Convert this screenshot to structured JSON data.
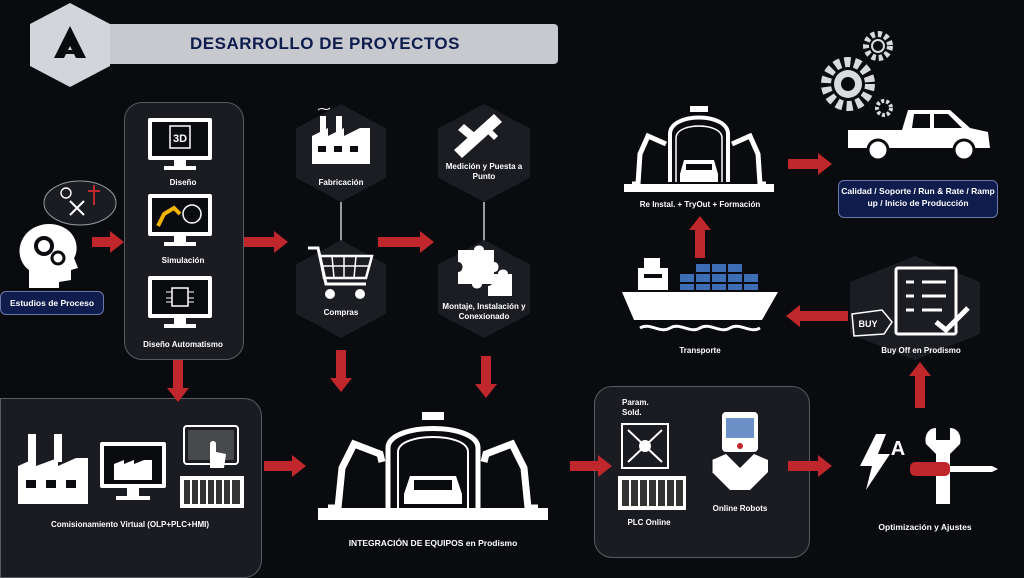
{
  "header": {
    "title": "DESARROLLO DE PROYECTOS",
    "logo": "logo-mark"
  },
  "colors": {
    "arrow": "#c0272d",
    "panel": "#1b1c21",
    "box": "#0e1c4e",
    "banner": "#c8c9cf"
  },
  "nodes": {
    "estudios": "Estudios de Proceso",
    "diseno": "Diseño",
    "simulacion": "Simulación",
    "automatismo": "Diseño Automatismo",
    "fabricacion": "Fabricación",
    "compras": "Compras",
    "medicion": "Medición y Puesta a Punto",
    "montaje": "Montaje, Instalación y Conexionado",
    "comisionamiento": "Comisionamiento Virtual (OLP+PLC+HMI)",
    "integracion": "INTEGRACIÓN DE EQUIPOS en Prodismo",
    "param": "Param. Sold.",
    "plc": "PLC Online",
    "robots": "Online Robots",
    "optimizacion": "Optimización y Ajustes",
    "buyoff": "Buy Off en Prodismo",
    "buy_tag": "BUY",
    "transporte": "Transporte",
    "reinstal": "Re Instal. + TryOut + Formación",
    "calidad": "Calidad / Soporte / Run & Rate / Ramp up / Inicio de Producción",
    "icon_3d": "3D",
    "icon_a": "A"
  }
}
